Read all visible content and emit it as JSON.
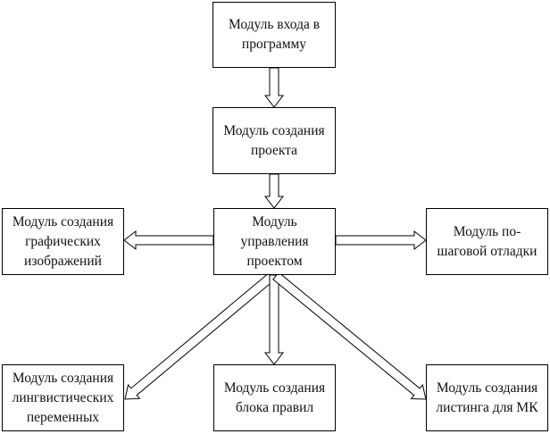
{
  "modules": {
    "login": "Модуль входа в\nпрограмму",
    "create_project": "Модуль создания\nпроекта",
    "manage_project": "Модуль\nуправления\nпроектом",
    "graphics": "Модуль создания\nграфических\nизображений",
    "debug": "Модуль по-\nшаговой отладки",
    "linguistic": "Модуль создания\nлингвистических\nпеременных",
    "rules": "Модуль создания\nблока правил",
    "listing": "Модуль создания\nлистинга для МК"
  }
}
